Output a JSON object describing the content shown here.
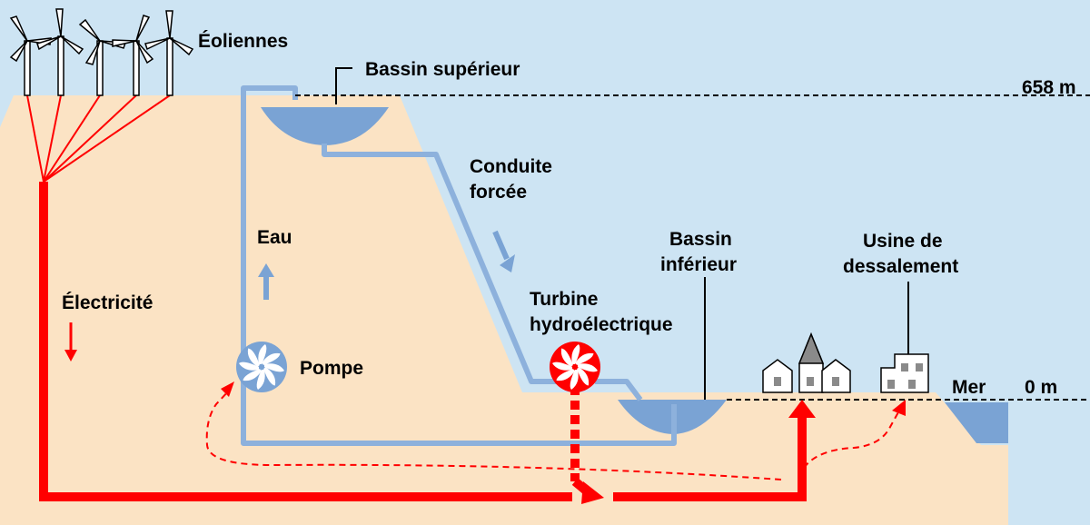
{
  "labels": {
    "wind_turbines": "Éoliennes",
    "upper_basin": "Bassin supérieur",
    "altitude_top": "658 m",
    "penstock_line1": "Conduite",
    "penstock_line2": "forcée",
    "water": "Eau",
    "electricity": "Électricité",
    "pump": "Pompe",
    "turbine_line1": "Turbine",
    "turbine_line2": "hydroélectrique",
    "lower_basin_line1": "Bassin",
    "lower_basin_line2": "inférieur",
    "desal_line1": "Usine de",
    "desal_line2": "dessalement",
    "sea": "Mer",
    "altitude_sea": "0 m"
  },
  "colors": {
    "sky": "#cde4f3",
    "ground": "#fbe3c4",
    "water": "#7aa3d4",
    "pipe": "#8db1dc",
    "electric": "#ff0000",
    "building": "#ffffff",
    "roof": "#8a8a8a"
  },
  "icons": {
    "pump": "pump-wheel-icon",
    "turbine": "turbine-wheel-icon",
    "wind": "wind-turbine-icon",
    "houses": "house-icon"
  }
}
